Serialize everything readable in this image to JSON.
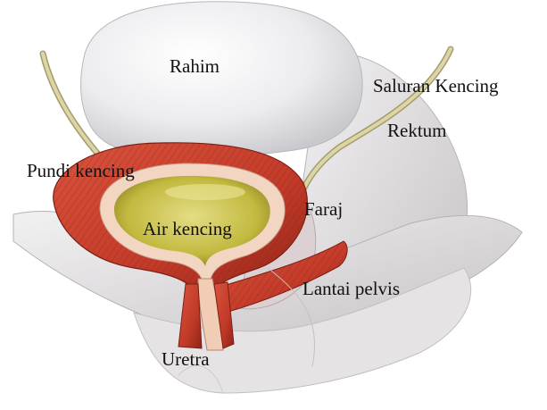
{
  "labels": {
    "uterus": "Rahim",
    "ureter": "Saluran Kencing",
    "rectum": "Rektum",
    "bladder": "Pundi kencing",
    "vagina": "Faraj",
    "urine": "Air kencing",
    "pelvic_floor": "Lantai pelvis",
    "urethra": "Uretra"
  },
  "colors": {
    "muscle": "#c8402e",
    "muscle_dark": "#8e2418",
    "bladder_wall": "#f1d2bd",
    "urine": "#c7bf4a",
    "uterus": "#e9e9ec",
    "tissue": "#d8d4d6",
    "ureter_tube": "#d7d0a2"
  }
}
